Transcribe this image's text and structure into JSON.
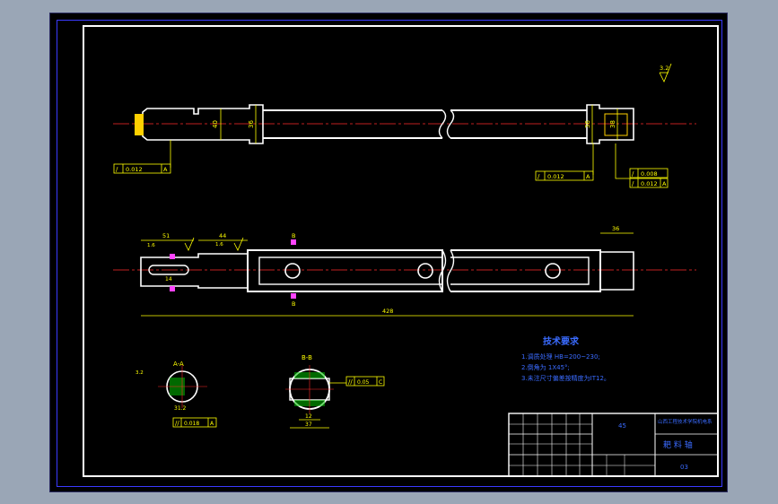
{
  "colors": {
    "background": "#000000",
    "outline": "#ffffff",
    "centerline": "#ff2a2a",
    "dimension": "#ffff00",
    "notes": "#3a6bff",
    "marker": "#ff44ff",
    "section_fill": "#00c000",
    "frame": "#3a3aff"
  },
  "surface_finish": "3.2",
  "top_view": {
    "dim_left": "40",
    "dim_mid_left": "36",
    "dim_mid_right": "36",
    "dim_right": "38",
    "fcf_left": {
      "tol": "0.012",
      "datum": "A"
    },
    "fcf_mid": {
      "tol": "0.012",
      "datum": "A"
    },
    "fcf_right_1": {
      "tol": "0.008",
      "datum": ""
    },
    "fcf_right_2": {
      "tol": "0.012",
      "datum": "A"
    }
  },
  "front_view": {
    "dim_51": "51",
    "dim_44": "44",
    "dim_36": "36",
    "dim_428": "428",
    "dim_14": "14",
    "roughness_1": "1.6",
    "roughness_2": "1.6",
    "marker_b_top": "B",
    "marker_b_bottom": "B"
  },
  "section_a": {
    "title": "A-A",
    "dim_1": "31.2",
    "fcf": {
      "tol": "0.018",
      "datum": "A"
    },
    "roughness": "3.2"
  },
  "section_b": {
    "title": "B-B",
    "dim_12": "12",
    "dim_37": "37",
    "fcf": {
      "tol": "0.05",
      "datum": "C"
    }
  },
  "tech_req": {
    "title": "技术要求",
    "items": [
      "1.调质处理 HB=200~230;",
      "2.倒角为 1X45°;",
      "3.未注尺寸偏差按精度为IT12。"
    ]
  },
  "title_block": {
    "company": "山西工程技术学院机电系",
    "part_name": "耙 料 轴",
    "scale": "45",
    "code": "03"
  }
}
